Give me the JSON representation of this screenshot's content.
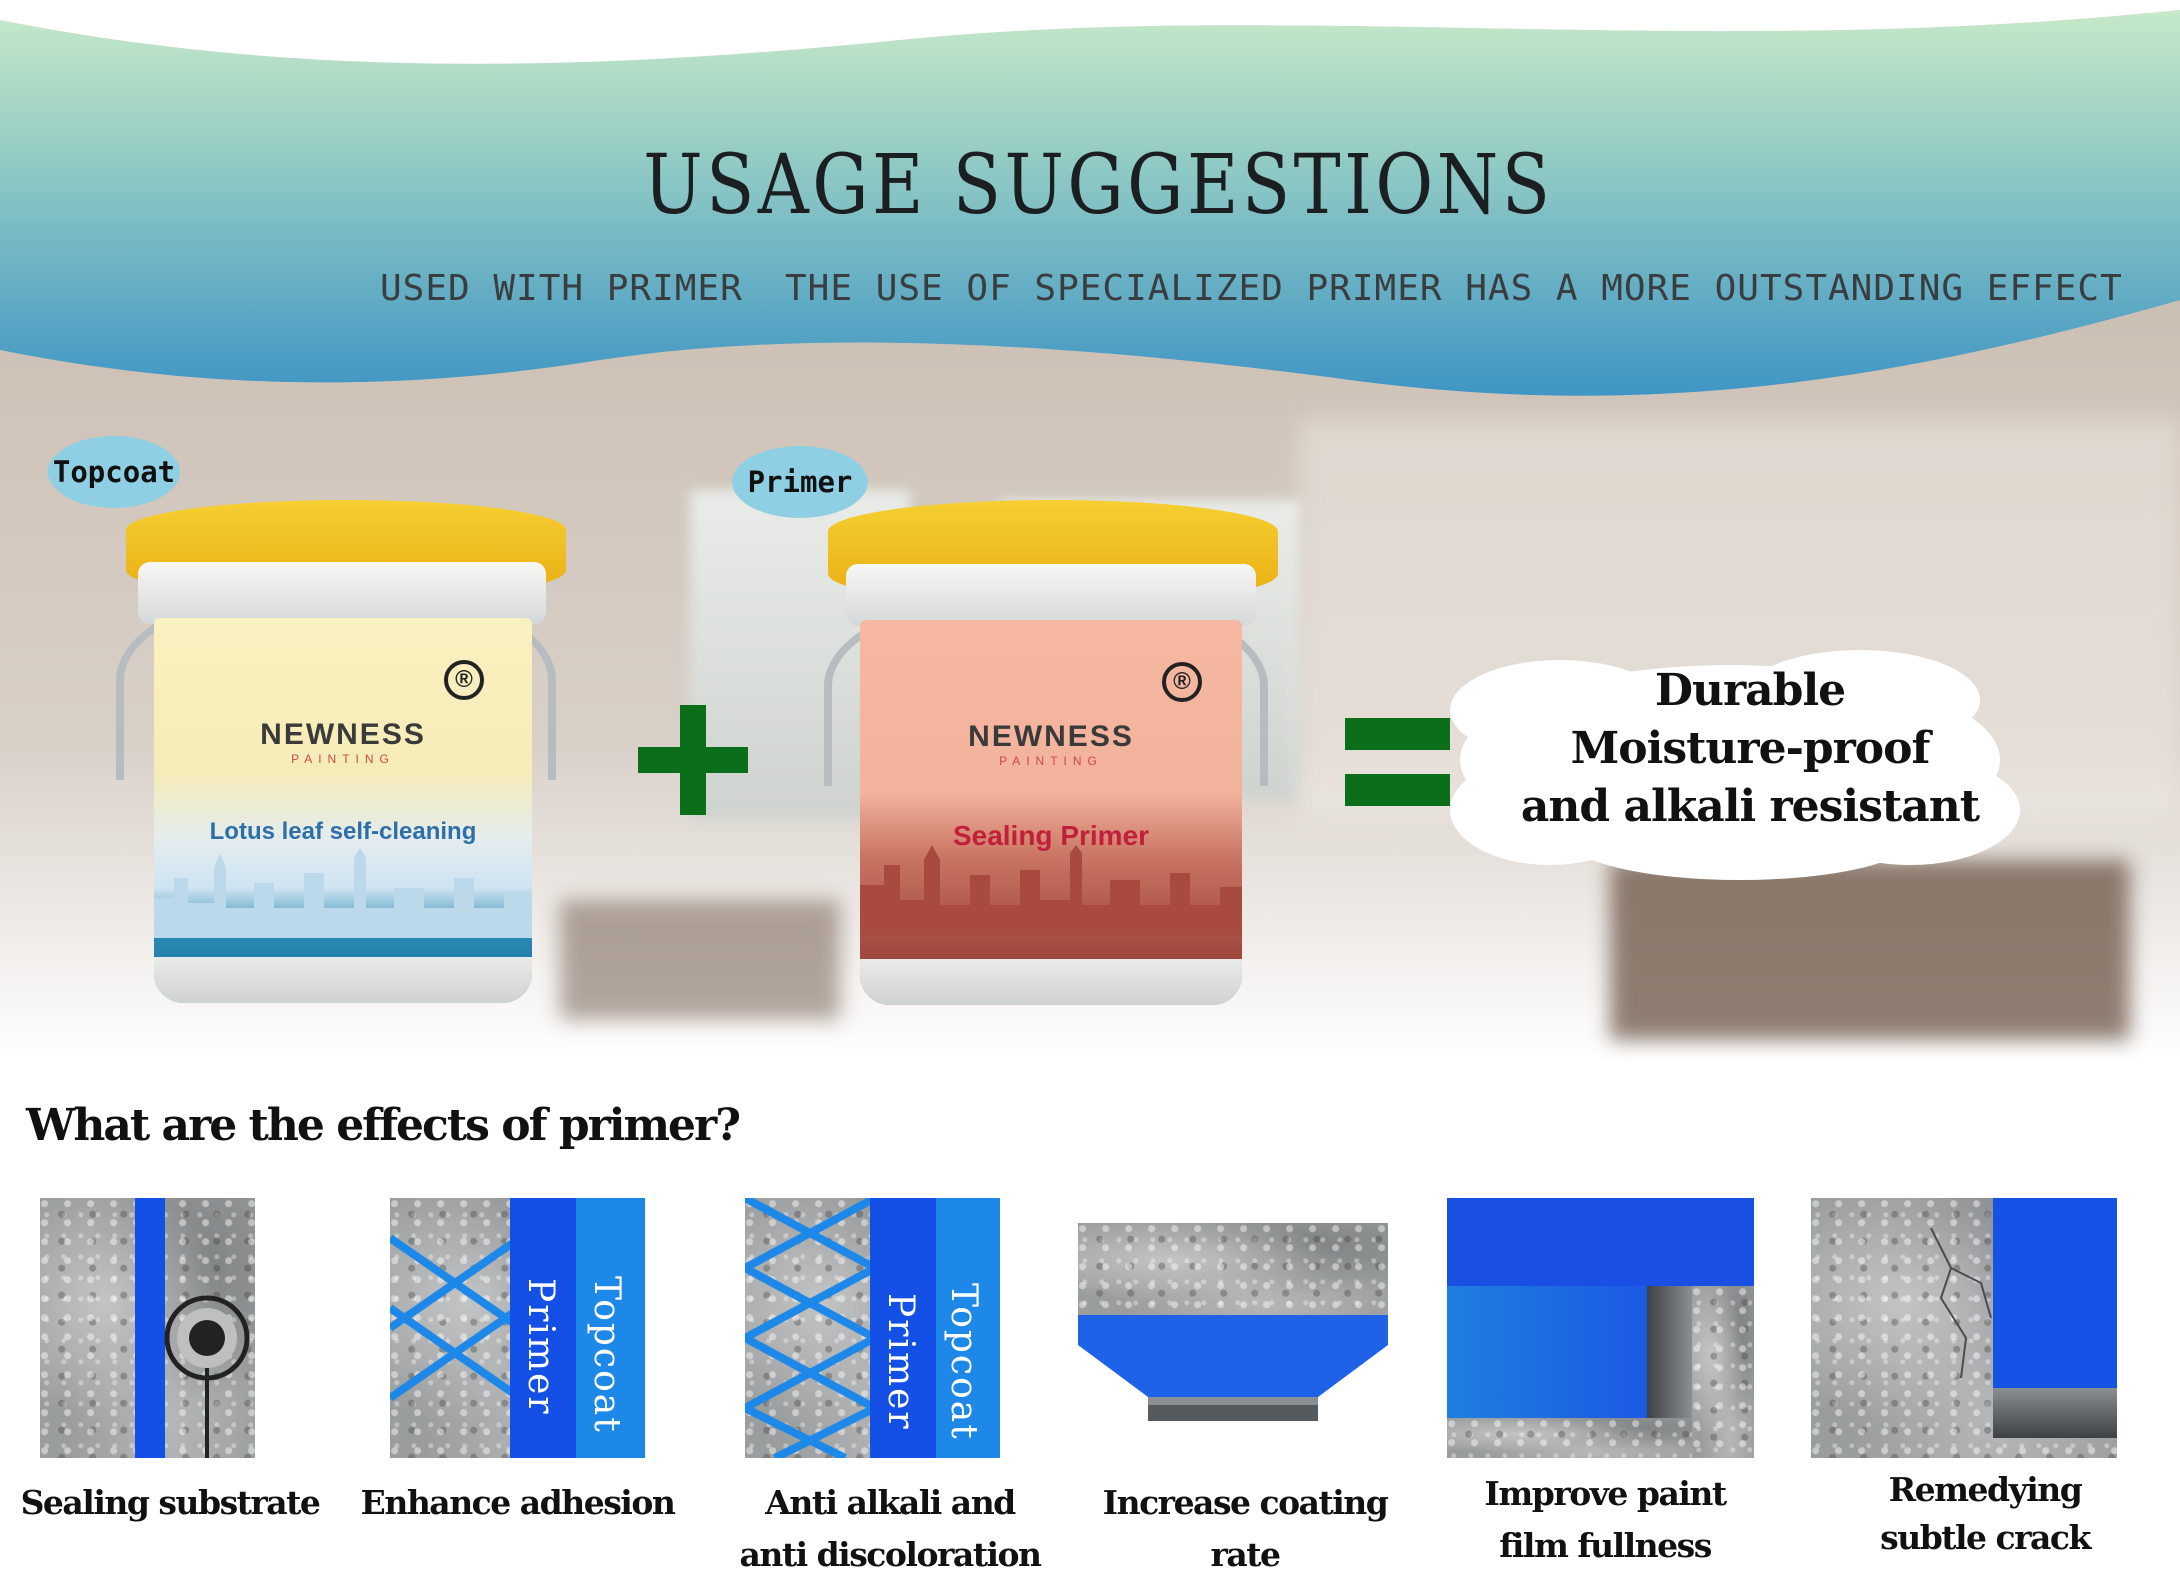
{
  "header": {
    "title": "USAGE SUGGESTIONS",
    "subtitle_left": "USED WITH PRIMER",
    "subtitle_right": "THE USE OF SPECIALIZED PRIMER HAS A MORE OUTSTANDING EFFECT"
  },
  "products": {
    "topcoat": {
      "tag": "Topcoat",
      "brand": "NEWNESS",
      "brand_sub": "PAINTING",
      "reg_mark": "®",
      "name": "Lotus leaf self-cleaning"
    },
    "primer": {
      "tag": "Primer",
      "brand": "NEWNESS",
      "brand_sub": "PAINTING",
      "reg_mark": "®",
      "name": "Sealing Primer"
    }
  },
  "result": {
    "lines": [
      "Durable",
      "Moisture-proof",
      "and alkali resistant"
    ]
  },
  "effects": {
    "title": "What are the effects of primer?",
    "layer_labels": {
      "primer": "Primer",
      "topcoat": "Topcoat"
    },
    "items": [
      {
        "caption": [
          "Sealing substrate"
        ]
      },
      {
        "caption": [
          "Enhance adhesion"
        ]
      },
      {
        "caption": [
          "Anti alkali and",
          "anti discoloration"
        ]
      },
      {
        "caption": [
          "Increase coating rate"
        ]
      },
      {
        "caption": [
          "Improve paint",
          "film fullness"
        ]
      },
      {
        "caption": [
          "Remedying",
          "subtle crack"
        ]
      }
    ]
  },
  "colors": {
    "accent_green": "#0b6e1b",
    "layer_blue": "#1550e6",
    "layer_light_blue": "#1e88e8",
    "lid_yellow": "#f2c21a",
    "tag_bubble": "#8ecfe4"
  }
}
